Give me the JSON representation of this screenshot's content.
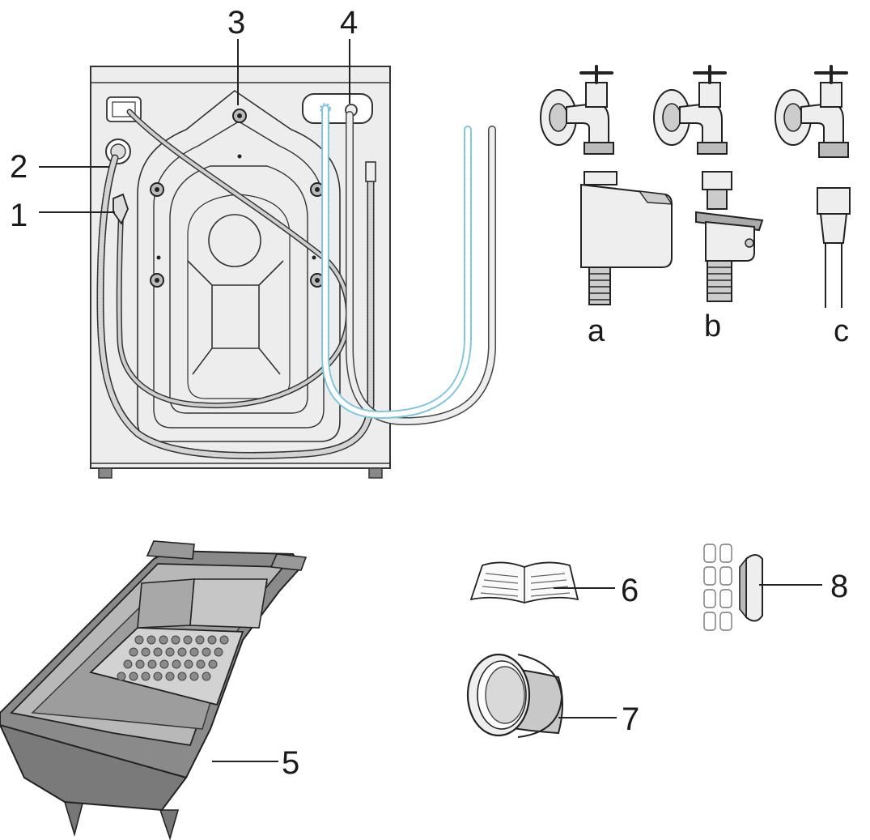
{
  "callouts": {
    "n1": "1",
    "n2": "2",
    "n3": "3",
    "n4": "4",
    "n5": "5",
    "n6": "6",
    "n7": "7",
    "n8": "8"
  },
  "adapters": {
    "a": "a",
    "b": "b",
    "c": "c"
  }
}
